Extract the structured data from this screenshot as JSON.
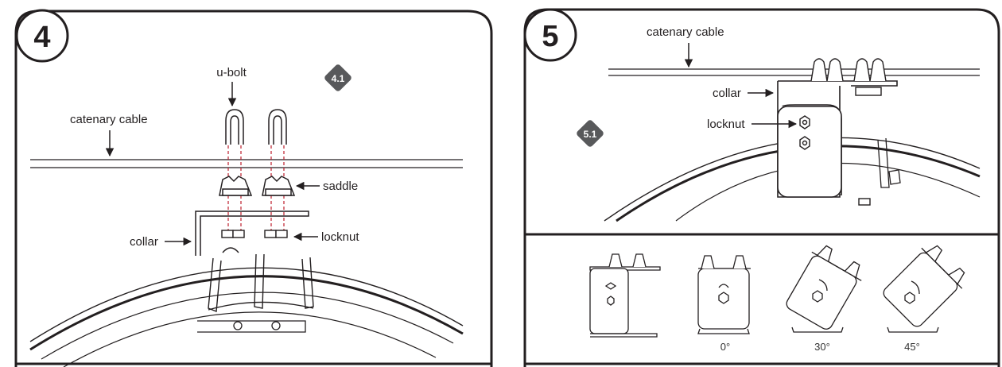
{
  "step4": {
    "number": "4",
    "sub_badge": "4.1",
    "labels": {
      "u_bolt": "u-bolt",
      "catenary_cable": "catenary cable",
      "saddle": "saddle",
      "collar": "collar",
      "locknut": "locknut"
    }
  },
  "step5": {
    "number": "5",
    "sub_badge": "5.1",
    "labels": {
      "catenary_cable": "catenary cable",
      "collar": "collar",
      "locknut": "locknut"
    },
    "angles": [
      "0°",
      "30°",
      "45°"
    ]
  }
}
